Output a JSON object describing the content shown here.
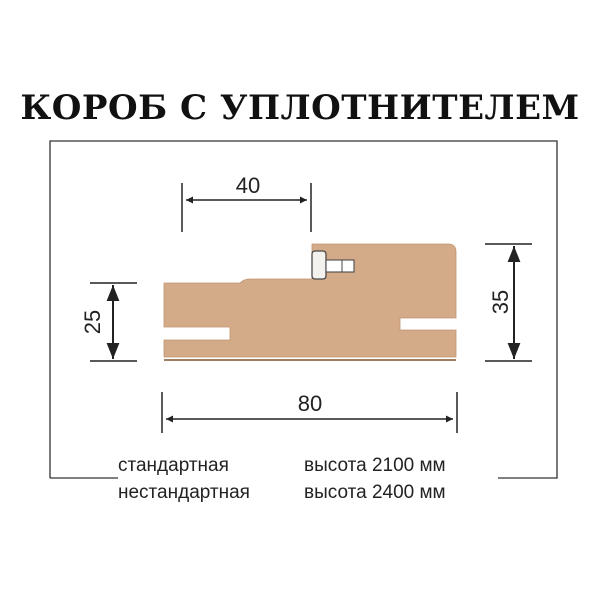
{
  "title": "КОРОБ С УПЛОТНИТЕЛЕМ",
  "dimensions": {
    "top_width": "40",
    "total_width": "80",
    "left_height": "25",
    "right_height": "35"
  },
  "notes": [
    {
      "label": "стандартная",
      "value": "высота 2100 мм"
    },
    {
      "label": "нестандартная",
      "value": "высота 2400 мм"
    }
  ],
  "colors": {
    "profile_fill": "#d4ab88",
    "line": "#222222"
  }
}
